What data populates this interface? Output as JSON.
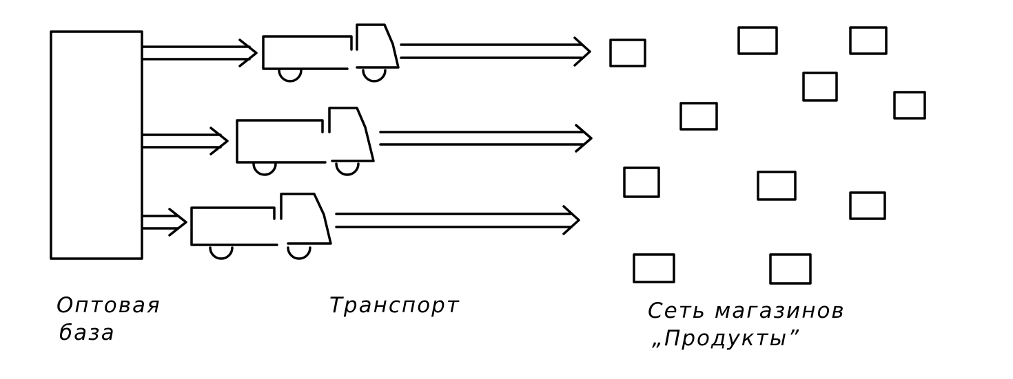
{
  "labels": {
    "warehouse": [
      "Оптовая",
      "база"
    ],
    "transport": "Транспорт",
    "stores": [
      "Сеть магазинов",
      "„Продукты”"
    ]
  },
  "counts": {
    "trucks": 3,
    "stores": 11
  },
  "colors": {
    "ink": "#000000",
    "background": "#ffffff"
  }
}
